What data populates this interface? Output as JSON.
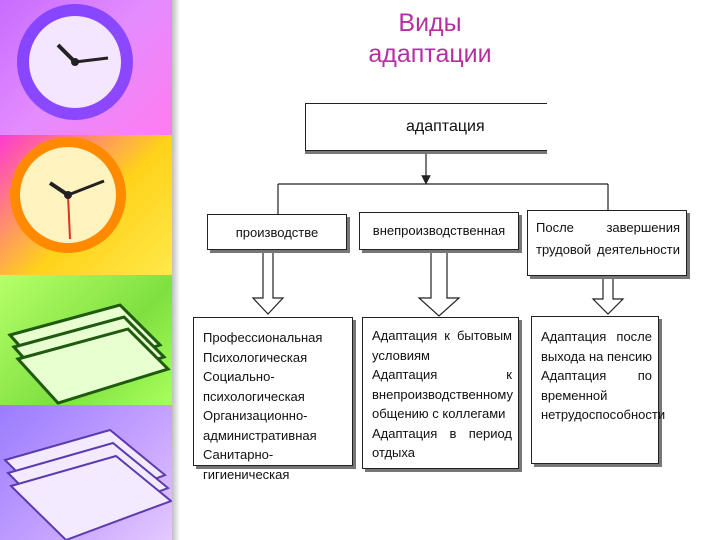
{
  "title": {
    "line1": "Виды",
    "line2": "адаптации"
  },
  "root": {
    "label": "адаптация"
  },
  "branches": [
    {
      "label": "производстве"
    },
    {
      "label": "внепроизводственная"
    },
    {
      "label_lines": [
        "После    завершения",
        "трудовой деятельности"
      ]
    }
  ],
  "lists": [
    {
      "items": [
        "Профессиональная",
        "Психологическая",
        "Социально-",
        "психологическая",
        "Организационно-",
        "административная",
        "Санитарно-гигиеническая"
      ]
    },
    {
      "items": [
        "Адаптация  к  бытовым",
        "условиям",
        "Адаптация            к",
        "внепроизводственному",
        "общению с коллегами",
        "Адаптация  в  период",
        "отдыха"
      ]
    },
    {
      "items": [
        "Адаптация     после",
        "выхода на пенсию",
        "Адаптация          по",
        "временной",
        "нетрудоспособности"
      ]
    }
  ],
  "colors": {
    "title": "#b52fa3",
    "border": "#222222",
    "shadow": "#777777"
  }
}
